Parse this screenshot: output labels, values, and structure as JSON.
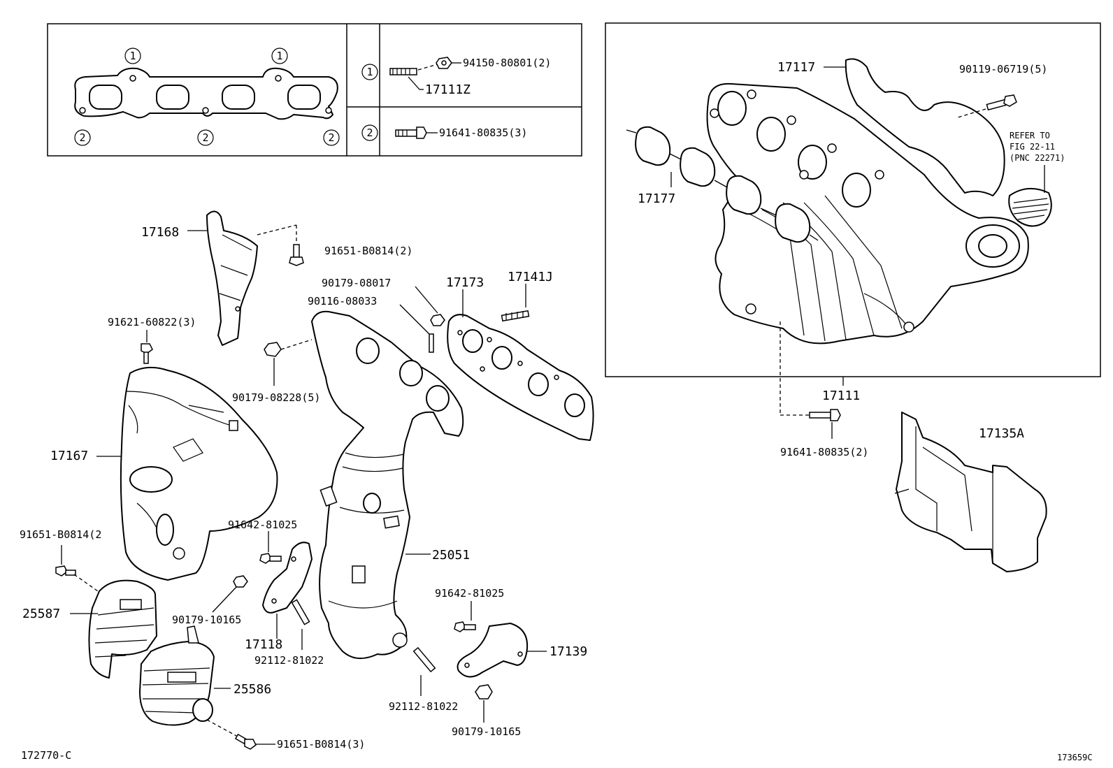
{
  "inset_table": {
    "gasket_circle_labels": [
      "1",
      "1",
      "2",
      "2",
      "2"
    ],
    "rows": [
      {
        "ref": "1",
        "parts": [
          {
            "number": "94150-80801",
            "qty": "(2)"
          },
          {
            "number": "17111Z",
            "qty": ""
          }
        ]
      },
      {
        "ref": "2",
        "parts": [
          {
            "number": "91641-80835",
            "qty": "(3)"
          }
        ]
      }
    ]
  },
  "callouts": {
    "c17117": "17117",
    "c90119_06719": "90119-06719(5)",
    "refer_line1": "REFER TO",
    "refer_line2": "FIG 22-11",
    "refer_line3": "(PNC 22271)",
    "c17177": "17177",
    "c17111": "17111",
    "c91641_80835_2": "91641-80835(2)",
    "c17135A": "17135A",
    "c17168": "17168",
    "c91651_B0814_2_top": "91651-B0814(2)",
    "c90179_08017": "90179-08017",
    "c17173": "17173",
    "c17141J": "17141J",
    "c90116_08033": "90116-08033",
    "c91621_60822": "91621-60822(3)",
    "c90179_08228": "90179-08228(5)",
    "c17167": "17167",
    "c91651_B0814_2_left": "91651-B0814(2",
    "c91642_81025_a": "91642-81025",
    "c25051": "25051",
    "c90179_10165_a": "90179-10165",
    "c25587": "25587",
    "c17118": "17118",
    "c92112_81022_a": "92112-81022",
    "c91642_81025_b": "91642-81025",
    "c17139": "17139",
    "c25586": "25586",
    "c92112_81022_b": "92112-81022",
    "c90179_10165_b": "90179-10165",
    "c91651_B0814_3": "91651-B0814(3)"
  },
  "footer": {
    "left_code": "172770-C",
    "right_code": "173659C"
  }
}
